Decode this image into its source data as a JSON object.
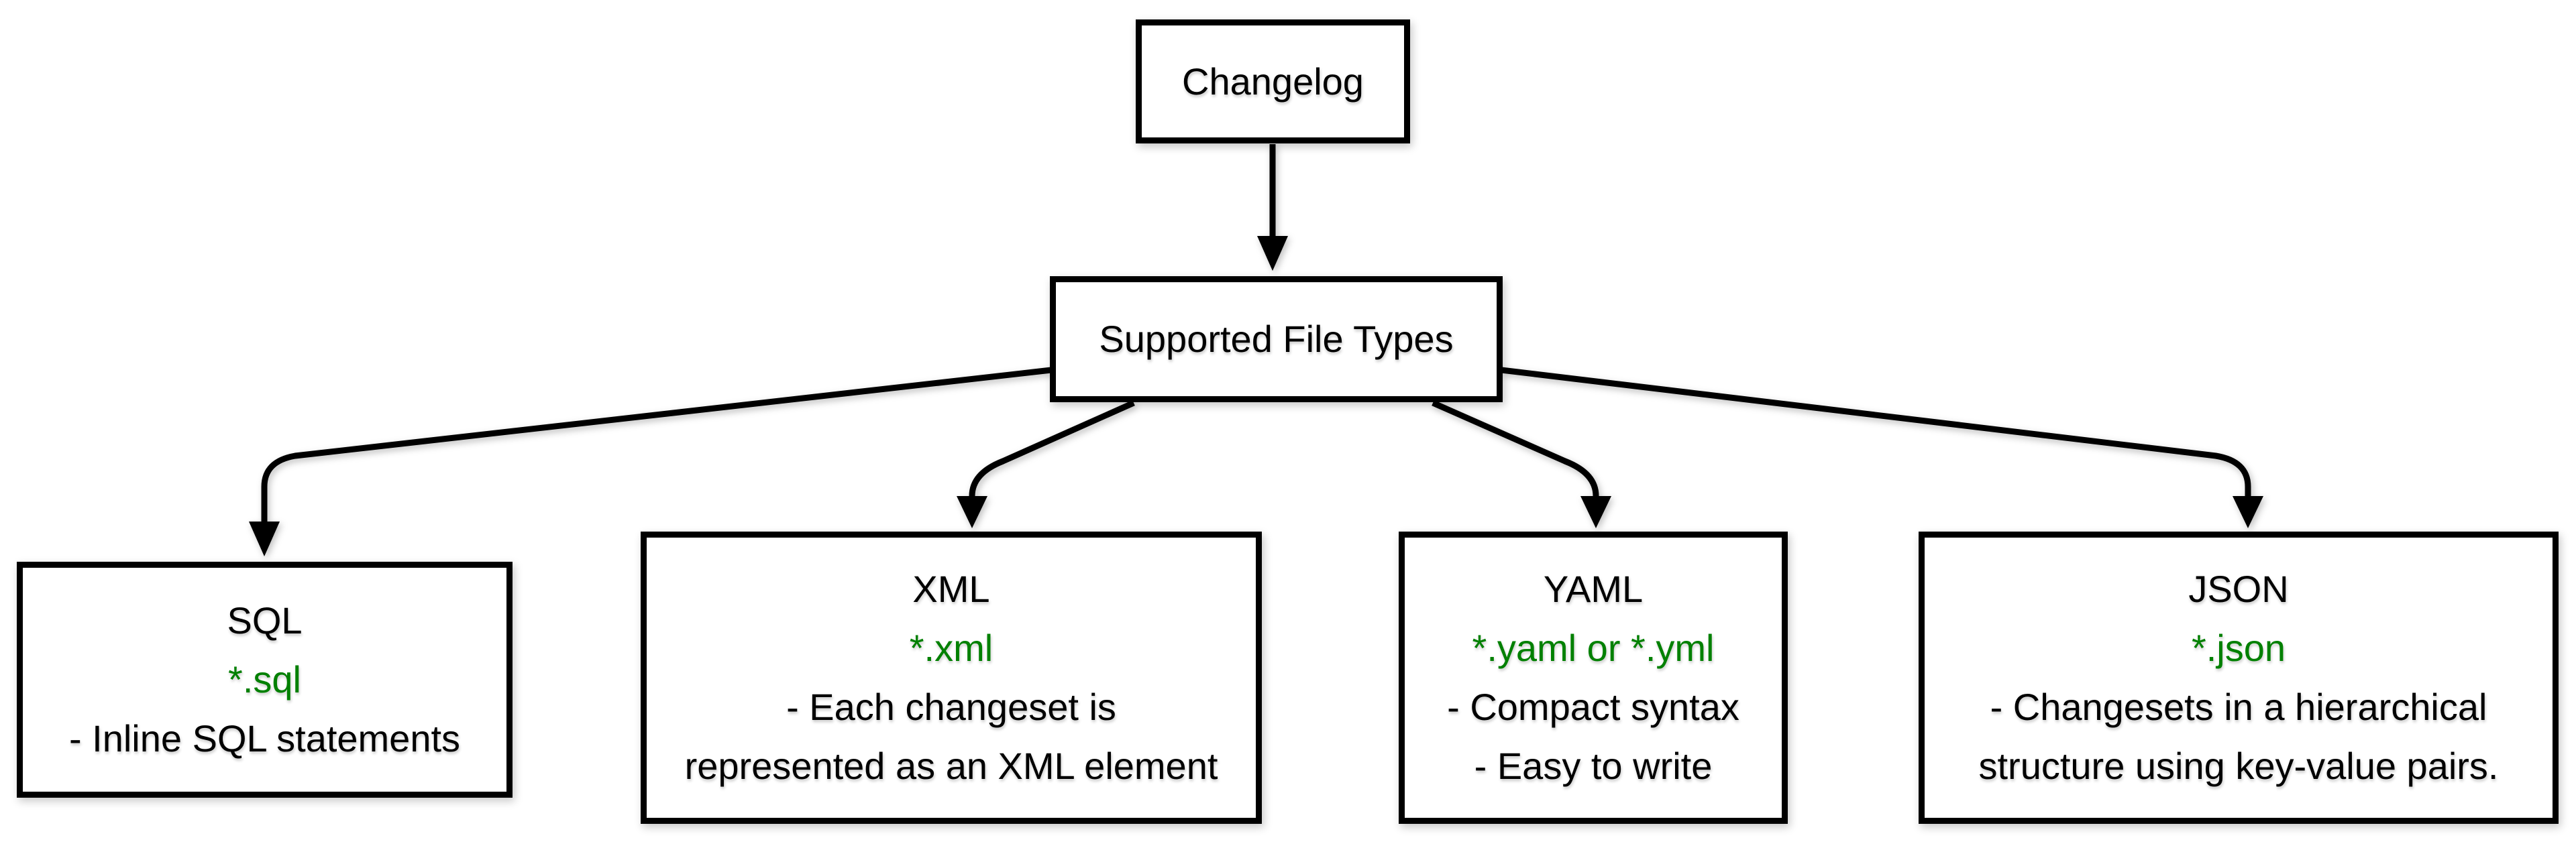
{
  "nodes": {
    "changelog": {
      "label": "Changelog"
    },
    "supported": {
      "label": "Supported File Types"
    },
    "sql": {
      "label": "SQL",
      "pattern": "*.sql",
      "lines": [
        "- Inline SQL statements"
      ]
    },
    "xml": {
      "label": "XML",
      "pattern": "*.xml",
      "lines": [
        "- Each changeset is",
        "represented as an XML element"
      ]
    },
    "yaml": {
      "label": "YAML",
      "pattern": "*.yaml or *.yml",
      "lines": [
        "- Compact syntax",
        "- Easy to write"
      ]
    },
    "json": {
      "label": "JSON",
      "pattern": "*.json",
      "lines": [
        "- Changesets in a hierarchical",
        "structure using key-value pairs."
      ]
    }
  },
  "edges": [
    {
      "from": "Changelog",
      "to": "Supported File Types"
    },
    {
      "from": "Supported File Types",
      "to": "SQL"
    },
    {
      "from": "Supported File Types",
      "to": "XML"
    },
    {
      "from": "Supported File Types",
      "to": "YAML"
    },
    {
      "from": "Supported File Types",
      "to": "JSON"
    }
  ],
  "colors": {
    "node_border": "#000000",
    "node_fill": "#ffffff",
    "text": "#000000",
    "file_pattern_green": "#008000",
    "line": "#000000",
    "background": "#ffffff"
  }
}
